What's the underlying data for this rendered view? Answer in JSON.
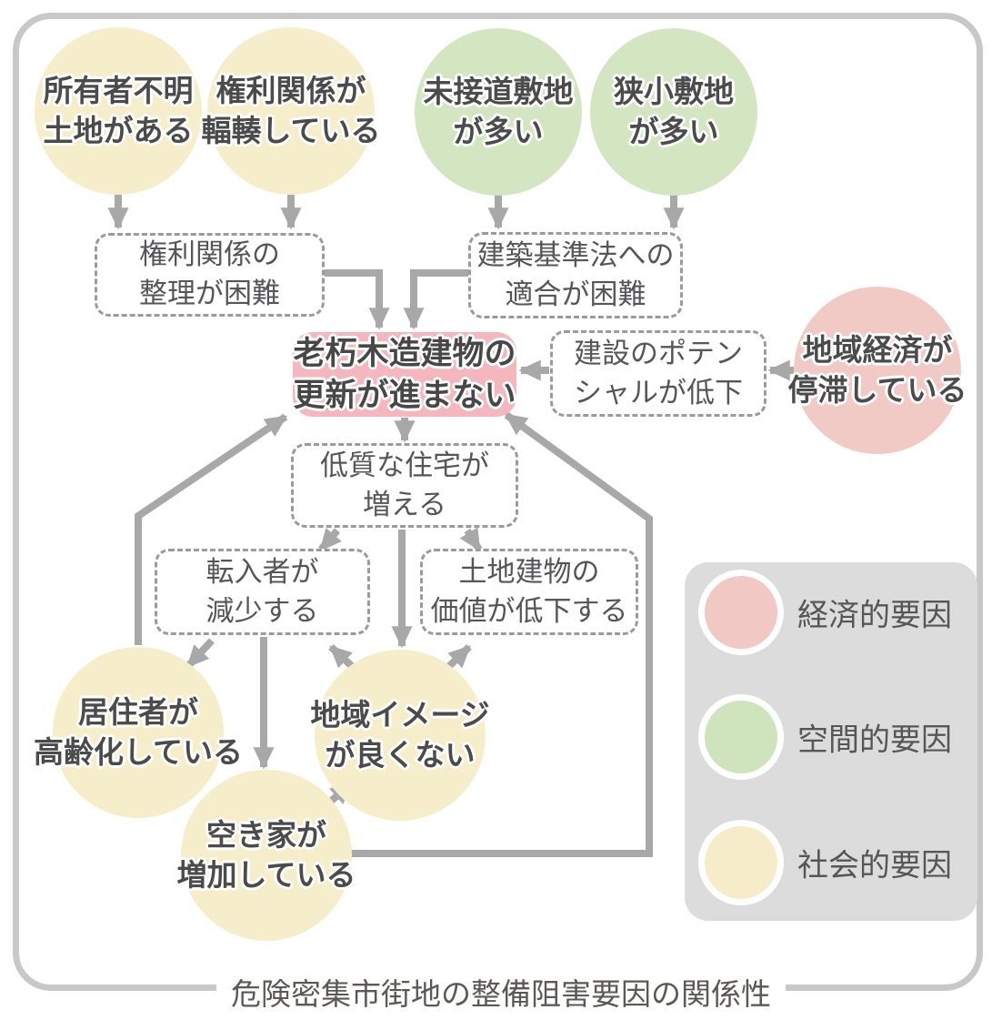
{
  "caption": "危険密集市街地の整備阻害要因の関係性",
  "colors": {
    "economic": "#f1cac6",
    "spatial": "#d3e5c1",
    "social": "#f6eecb",
    "core_highlight": "#f3b7bd",
    "arrow": "#a8a8a8",
    "dashed_border": "#9b9b9b",
    "legend_bg": "#dcdcdc",
    "outer_border": "#c8c8c8"
  },
  "nodes": {
    "unknown_owner": {
      "l1": "所有者不明",
      "l2": "土地がある",
      "category": "social"
    },
    "rights_tangled": {
      "l1": "権利関係が",
      "l2": "輻輳している",
      "category": "social"
    },
    "no_road": {
      "l1": "未接道敷地",
      "l2": "が多い",
      "category": "spatial"
    },
    "small_lots": {
      "l1": "狭小敷地",
      "l2": "が多い",
      "category": "spatial"
    },
    "rights_difficult": {
      "l1": "権利関係の",
      "l2": "整理が困難",
      "category": "intermediate"
    },
    "code_difficult": {
      "l1": "建築基準法への",
      "l2": "適合が困難",
      "category": "intermediate"
    },
    "no_renewal": {
      "l1": "老朽木造建物の",
      "l2": "更新が進まない",
      "category": "core"
    },
    "potential_down": {
      "l1": "建設のポテン",
      "l2": "シャルが低下",
      "category": "intermediate"
    },
    "economy_stagnant": {
      "l1": "地域経済が",
      "l2": "停滞している",
      "category": "economic"
    },
    "low_quality": {
      "l1": "低質な住宅が",
      "l2": "増える",
      "category": "intermediate"
    },
    "fewer_newcomers": {
      "l1": "転入者が",
      "l2": "減少する",
      "category": "intermediate"
    },
    "value_decline": {
      "l1": "土地建物の",
      "l2": "価値が低下する",
      "category": "intermediate"
    },
    "aging_residents": {
      "l1": "居住者が",
      "l2": "高齢化している",
      "category": "social"
    },
    "bad_image": {
      "l1": "地域イメージ",
      "l2": "が良くない",
      "category": "social"
    },
    "vacant_houses": {
      "l1": "空き家が",
      "l2": "増加している",
      "category": "social"
    }
  },
  "edges": [
    {
      "from": "unknown_owner",
      "to": "rights_difficult"
    },
    {
      "from": "rights_tangled",
      "to": "rights_difficult"
    },
    {
      "from": "no_road",
      "to": "code_difficult"
    },
    {
      "from": "small_lots",
      "to": "code_difficult"
    },
    {
      "from": "rights_difficult",
      "to": "no_renewal"
    },
    {
      "from": "code_difficult",
      "to": "no_renewal"
    },
    {
      "from": "potential_down",
      "to": "no_renewal"
    },
    {
      "from": "economy_stagnant",
      "to": "potential_down"
    },
    {
      "from": "no_renewal",
      "to": "low_quality"
    },
    {
      "from": "low_quality",
      "to": "fewer_newcomers"
    },
    {
      "from": "low_quality",
      "to": "bad_image"
    },
    {
      "from": "low_quality",
      "to": "value_decline"
    },
    {
      "from": "bad_image",
      "to": "fewer_newcomers"
    },
    {
      "from": "bad_image",
      "to": "value_decline"
    },
    {
      "from": "fewer_newcomers",
      "to": "aging_residents"
    },
    {
      "from": "fewer_newcomers",
      "to": "vacant_houses"
    },
    {
      "from": "vacant_houses",
      "to": "bad_image"
    },
    {
      "from": "aging_residents",
      "to": "no_renewal"
    },
    {
      "from": "vacant_houses",
      "to": "no_renewal"
    }
  ],
  "legend": {
    "items": [
      {
        "label": "経済的要因",
        "color": "#f1c8c4"
      },
      {
        "label": "空間的要因",
        "color": "#cfe3bd"
      },
      {
        "label": "社会的要因",
        "color": "#f6ecca"
      }
    ]
  }
}
